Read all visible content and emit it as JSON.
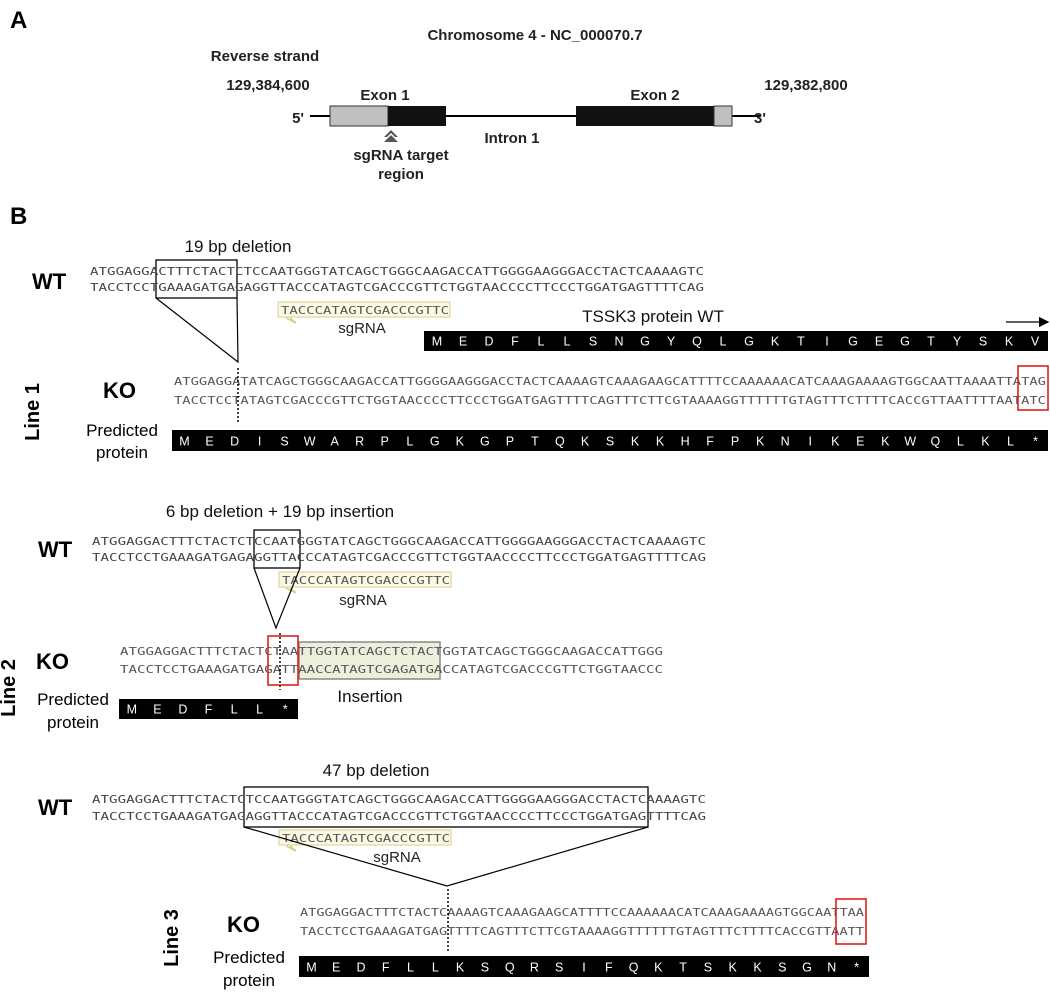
{
  "panel_a": {
    "label": "A",
    "title": "Chromosome 4 - NC_000070.7",
    "strand": "Reverse strand",
    "coord_left": "129,384,600",
    "coord_right": "129,382,800",
    "five_prime": "5'",
    "three_prime": "3'",
    "exon1": "Exon 1",
    "exon2": "Exon 2",
    "intron": "Intron 1",
    "target_line1": "sgRNA target",
    "target_line2": "region"
  },
  "panel_b": {
    "label": "B",
    "wt_label": "WT",
    "ko_label": "KO",
    "predicted_line1": "Predicted",
    "predicted_line2": "protein",
    "sgrna_label": "sgRNA",
    "sgrna_seq": "TACCCATAGTCGACCCGTTC",
    "wt_top": "ATGGAGGACTTTCTACTCTCCAATGGGTATCAGCTGGGCAAGACCATTGGGGAAGGGACCTACTCAAAAGTC",
    "wt_bottom": "TACCTCCTGAAAGATGAGAGGTTACCCATAGTCGACCCGTTCTGGTAACCCCTTCCCTGGATGAGTTTTCAG",
    "line1": {
      "line_label": "Line 1",
      "title": "19 bp deletion",
      "wt_protein_label": "TSSK3 protein WT",
      "wt_protein": [
        "M",
        "E",
        "D",
        "F",
        "L",
        "L",
        "S",
        "N",
        "G",
        "Y",
        "Q",
        "L",
        "G",
        "K",
        "T",
        "I",
        "G",
        "E",
        "G",
        "T",
        "Y",
        "S",
        "K",
        "V"
      ],
      "ko_top": "ATGGAGGATATCAGCTGGGCAAGACCATTGGGGAAGGGACCTACTCAAAAGTCAAAGAAGCATTTTCCAAAAAACATCAAAGAAAAGTGGCAATTAAAATTATAG",
      "ko_bottom": "TACCTCCTATAGTCGACCCGTTCTGGTAACCCCTTCCCTGGATGAGTTTTCAGTTTCTTCGTAAAAGGTTTTTTGTAGTTTCTTTTCACCGTTAATTTTAATATC",
      "ko_protein": [
        "M",
        "E",
        "D",
        "I",
        "S",
        "W",
        "A",
        "R",
        "P",
        "L",
        "G",
        "K",
        "G",
        "P",
        "T",
        "Q",
        "K",
        "S",
        "K",
        "K",
        "H",
        "F",
        "P",
        "K",
        "N",
        "I",
        "K",
        "E",
        "K",
        "W",
        "Q",
        "L",
        "K",
        "L",
        "*"
      ]
    },
    "line2": {
      "line_label": "Line 2",
      "title": "6 bp deletion + 19 bp insertion",
      "ko_top": "ATGGAGGACTTTCTACTCTAATTGGTATCAGCTCTACTGGTATCAGCTGGGCAAGACCATTGGG",
      "ko_bottom": "TACCTCCTGAAAGATGAGATTAACCATAGTCGAGATGACCATAGTCGACCCGTTCTGGTAACCC",
      "insertion_label": "Insertion",
      "ko_protein": [
        "M",
        "E",
        "D",
        "F",
        "L",
        "L",
        "*"
      ]
    },
    "line3": {
      "line_label": "Line 3",
      "title": "47 bp deletion",
      "ko_top": "ATGGAGGACTTTCTACTCAAAAGTCAAAGAAGCATTTTCCAAAAAACATCAAAGAAAAGTGGCAATTAA",
      "ko_bottom": "TACCTCCTGAAAGATGAGTTTTCAGTTTCTTCGTAAAAGGTTTTTTGTAGTTTCTTTTCACCGTTAATT",
      "ko_protein": [
        "M",
        "E",
        "D",
        "F",
        "L",
        "L",
        "K",
        "S",
        "Q",
        "R",
        "S",
        "I",
        "F",
        "Q",
        "K",
        "T",
        "S",
        "K",
        "K",
        "S",
        "G",
        "N",
        "*"
      ]
    }
  },
  "colors": {
    "exon_coding": "#111111",
    "exon_utr": "#c0c0c0",
    "stop_box": "#e02020",
    "sgrna_fill": "#fbf8e3",
    "sgrna_border": "#d8cc8c",
    "insertion_fill": "#eeeedd",
    "insertion_border": "#888888"
  }
}
